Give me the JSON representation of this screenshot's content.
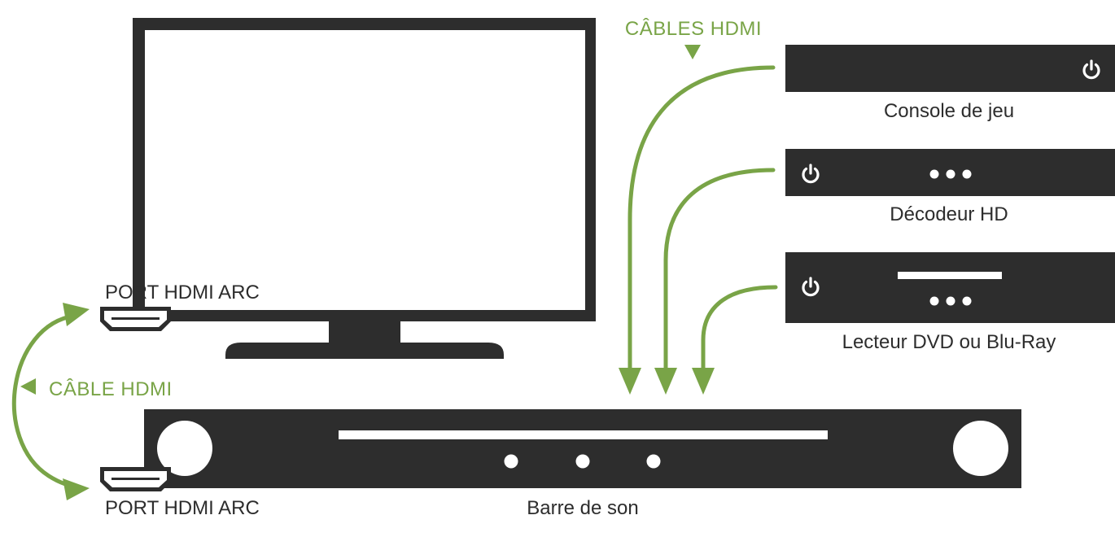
{
  "labels": {
    "cables_hdmi": "CÂBLES HDMI",
    "cable_hdmi": "CÂBLE HDMI",
    "port_tv": "PORT HDMI ARC",
    "port_soundbar": "PORT HDMI ARC",
    "console": "Console de jeu",
    "decoder": "Décodeur HD",
    "dvd_player": "Lecteur DVD ou Blu-Ray",
    "soundbar": "Barre de son"
  },
  "icons": {
    "power": "power-icon",
    "hdmi_port": "hdmi-port-icon",
    "arrow": "arrow-head-icon"
  },
  "colors": {
    "device": "#2d2d2d",
    "cable": "#79a447",
    "text": "#2d2d2d",
    "background": "#ffffff"
  }
}
